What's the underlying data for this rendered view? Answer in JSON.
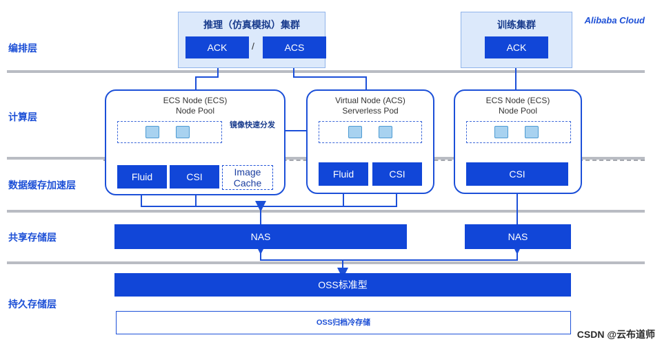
{
  "layers": {
    "app": "编排层",
    "compute": "计算层",
    "cache": "数据缓存加速层",
    "shared_storage": "共享存储层",
    "persistent_storage": "持久存储层"
  },
  "brand": "Alibaba Cloud",
  "clusters": {
    "inference": {
      "title": "推理（仿真模拟）集群",
      "ack": "ACK",
      "slash": "/",
      "acs": "ACS"
    },
    "training": {
      "title": "训练集群",
      "ack": "ACK"
    }
  },
  "nodes": {
    "ecs_left": {
      "line1": "ECS Node (ECS)",
      "line2": "Node Pool",
      "fluid": "Fluid",
      "csi": "CSI",
      "image_cache_line1": "Image",
      "image_cache_line2": "Cache"
    },
    "virtual": {
      "line1": "Virtual Node (ACS)",
      "line2": "Serverless Pod",
      "fluid": "Fluid",
      "csi": "CSI"
    },
    "ecs_right": {
      "line1": "ECS Node (ECS)",
      "line2": "Node Pool",
      "csi": "CSI"
    }
  },
  "mirror_note": "镜像快速分发",
  "storage": {
    "nas_left": "NAS",
    "nas_right": "NAS",
    "oss": "OSS标准型",
    "oss_archive": "OSS归档冷存储"
  },
  "watermark": "CSDN @云布道师"
}
